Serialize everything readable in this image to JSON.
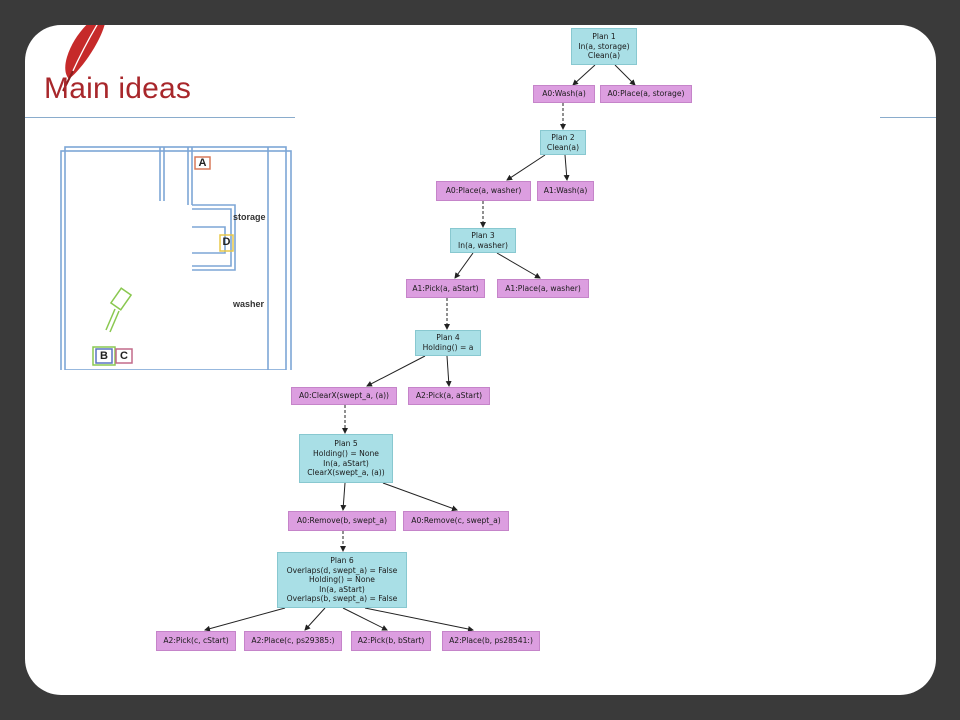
{
  "slide": {
    "title": "Main ideas",
    "logo_icon": "quill-feather-icon",
    "colors": {
      "title": "#a8272b",
      "plan_node": "#a9dfe6",
      "action_node": "#dc9ee0",
      "background": "#3a3a3a"
    }
  },
  "map": {
    "labels": {
      "storage": "storage",
      "washer": "washer",
      "box_a": "A",
      "box_d": "D",
      "box_b": "B",
      "box_c": "C"
    }
  },
  "tree": {
    "plans": {
      "p1": [
        "Plan 1",
        "In(a, storage)",
        "Clean(a)"
      ],
      "p2": [
        "Plan 2",
        "Clean(a)"
      ],
      "p3": [
        "Plan 3",
        "In(a, washer)"
      ],
      "p4": [
        "Plan 4",
        "Holding() = a"
      ],
      "p5": [
        "Plan 5",
        "Holding() = None",
        "In(a, aStart)",
        "ClearX(swept_a, (a))"
      ],
      "p6": [
        "Plan 6",
        "Overlaps(d, swept_a) = False",
        "Holding() = None",
        "In(a, aStart)",
        "Overlaps(b, swept_a) = False"
      ]
    },
    "actions": {
      "a1": "A0:Wash(a)",
      "a2": "A0:Place(a, storage)",
      "a3": "A0:Place(a, washer)",
      "a4": "A1:Wash(a)",
      "a5": "A1:Pick(a, aStart)",
      "a6": "A1:Place(a, washer)",
      "a7": "A0:ClearX(swept_a, (a))",
      "a8": "A2:Pick(a, aStart)",
      "a9": "A0:Remove(b, swept_a)",
      "a10": "A0:Remove(c, swept_a)",
      "a11": "A2:Pick(c, cStart)",
      "a12": "A2:Place(c, ps29385:)",
      "a13": "A2:Pick(b, bStart)",
      "a14": "A2:Place(b, ps28541:)"
    }
  }
}
